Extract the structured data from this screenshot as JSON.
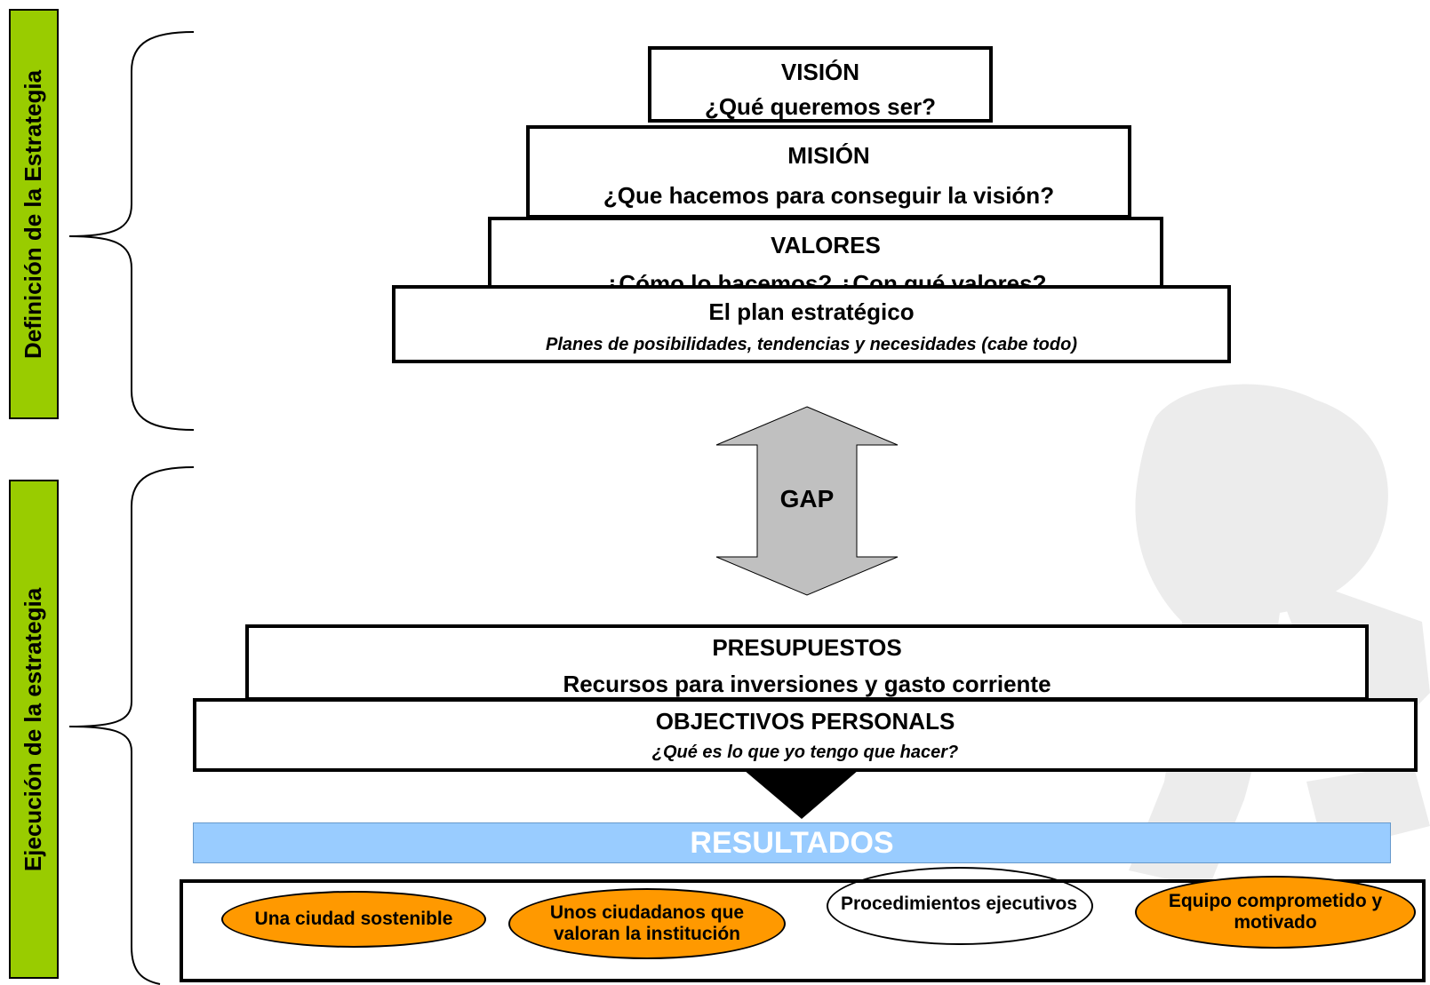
{
  "sections": {
    "definition_label": "Definición de la Estrategia",
    "execution_label": "Ejecución de la estrategia"
  },
  "pyramid": {
    "vision": {
      "title": "VISIÓN",
      "question": "¿Qué queremos ser?"
    },
    "mision": {
      "title": "MISIÓN",
      "question": "¿Que hacemos para conseguir la visión?"
    },
    "valores": {
      "title": "VALORES",
      "question": "¿Cómo lo hacemos? ¿Con qué valores?"
    },
    "plan": {
      "title": "El plan estratégico",
      "subtitle": "Planes de posibilidades, tendencias y necesidades (cabe todo)"
    }
  },
  "gap": {
    "label": "GAP"
  },
  "execution": {
    "presupuestos": {
      "title": "PRESUPUESTOS",
      "subtitle": "Recursos para inversiones y gasto corriente"
    },
    "objetivos": {
      "title": "OBJECTIVOS PERSONALS",
      "subtitle": "¿Qué es lo que yo tengo que hacer?"
    },
    "resultados": "RESULTADOS"
  },
  "results": [
    "Una ciudad sostenible",
    "Unos ciudadanos que valoran la institución",
    "Procedimientos ejecutivos",
    "Equipo comprometido y motivado"
  ],
  "colors": {
    "sidebar": "#99cc00",
    "resultados_bar": "#99ccff",
    "ovals": "#ff9900",
    "gap_arrow": "#c0c0c0",
    "watermark": "#ececec"
  }
}
